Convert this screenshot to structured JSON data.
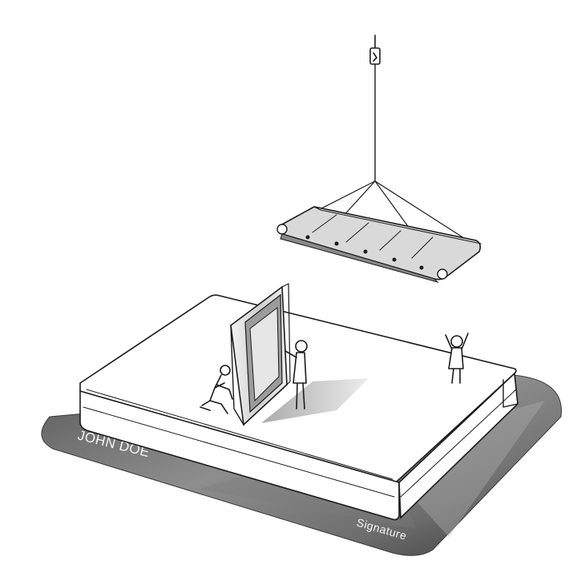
{
  "card": {
    "name": "JOHN DOE",
    "signature": "Signature"
  },
  "colors": {
    "ink": "#1b1b1b",
    "card_dark": "#4f4f4f",
    "card_light": "#9a9a9a",
    "platform_top": "#ffffff",
    "shadow": "#cfcfcf"
  },
  "illustration": {
    "subject": "sketch of a crane lifting a panel above a platform with three workers",
    "icons": [
      "crane-hook-icon",
      "lifting-frame-icon",
      "worker-figure-icon",
      "door-frame-icon"
    ]
  }
}
